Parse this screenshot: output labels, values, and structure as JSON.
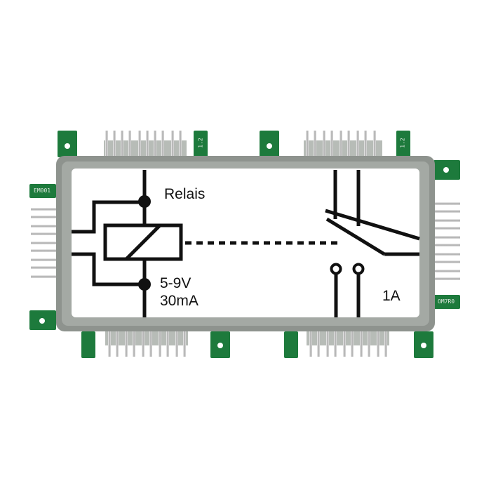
{
  "component": {
    "name": "Relais",
    "voltage": "5-9V",
    "current": "30mA",
    "switch_rating": "1A"
  },
  "silkscreen": {
    "version_top_left": "1.2",
    "version_top_right": "1.2",
    "code_left": "EM001",
    "code_right": "OM7R0"
  },
  "colors": {
    "pcb_green": "#1d7a3c",
    "frame_grey": "#8e938e",
    "symbol_black": "#111111",
    "pin_silver": "#c9c9c9"
  }
}
